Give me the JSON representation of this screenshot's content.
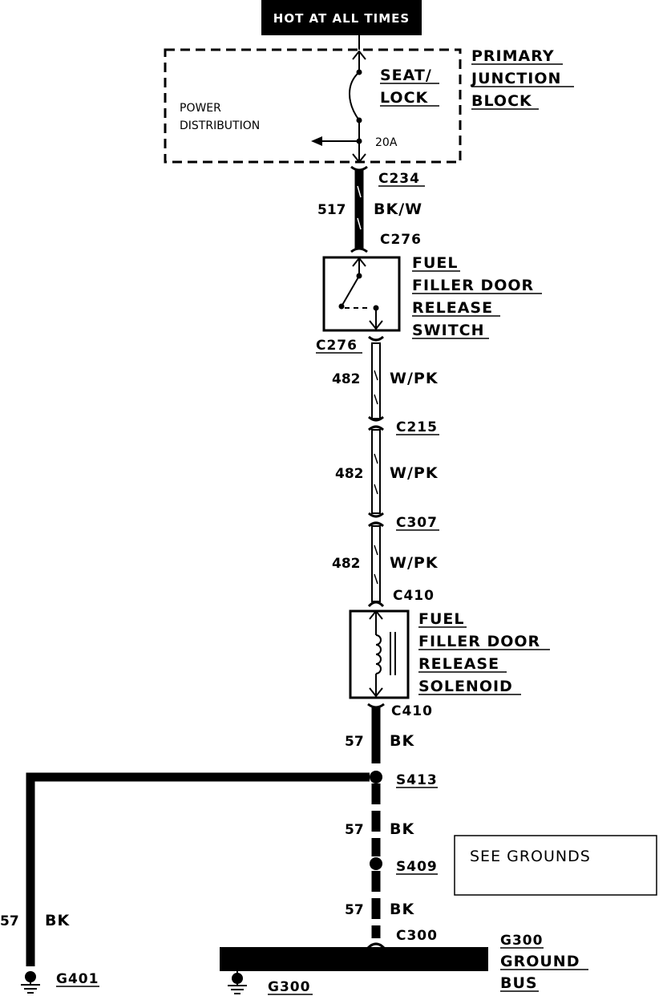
{
  "header": {
    "text": "HOT AT ALL TIMES"
  },
  "junction_block": {
    "name_lines": [
      "PRIMARY",
      "JUNCTION",
      "BLOCK"
    ],
    "section_lines": [
      "POWER",
      "DISTRIBUTION"
    ],
    "fuse_lines": [
      "SEAT/",
      "LOCK"
    ],
    "fuse_rating": "20A"
  },
  "connectors": {
    "c234": "C234",
    "c276_top": "C276",
    "c276_bottom": "C276",
    "c215": "C215",
    "c307": "C307",
    "c410_top": "C410",
    "c410_bottom": "C410",
    "c300": "C300"
  },
  "wires": {
    "w517": {
      "circuit": "517",
      "color": "BK/W"
    },
    "w482_a": {
      "circuit": "482",
      "color": "W/PK"
    },
    "w482_b": {
      "circuit": "482",
      "color": "W/PK"
    },
    "w482_c": {
      "circuit": "482",
      "color": "W/PK"
    },
    "w57_a": {
      "circuit": "57",
      "color": "BK"
    },
    "w57_b": {
      "circuit": "57",
      "color": "BK"
    },
    "w57_c": {
      "circuit": "57",
      "color": "BK"
    },
    "w57_left": {
      "circuit": "57",
      "color": "BK"
    }
  },
  "switch": {
    "name_lines": [
      "FUEL",
      "FILLER DOOR",
      "RELEASE",
      "SWITCH"
    ]
  },
  "solenoid": {
    "name_lines": [
      "FUEL",
      "FILLER DOOR",
      "RELEASE",
      "SOLENOID"
    ]
  },
  "splices": {
    "s413": "S413",
    "s409": "S409"
  },
  "grounds_note": "SEE GROUNDS",
  "ground_bus": {
    "name_lines": [
      "G300",
      "GROUND",
      "BUS"
    ]
  },
  "grounds": {
    "g401": "G401",
    "g300": "G300"
  }
}
